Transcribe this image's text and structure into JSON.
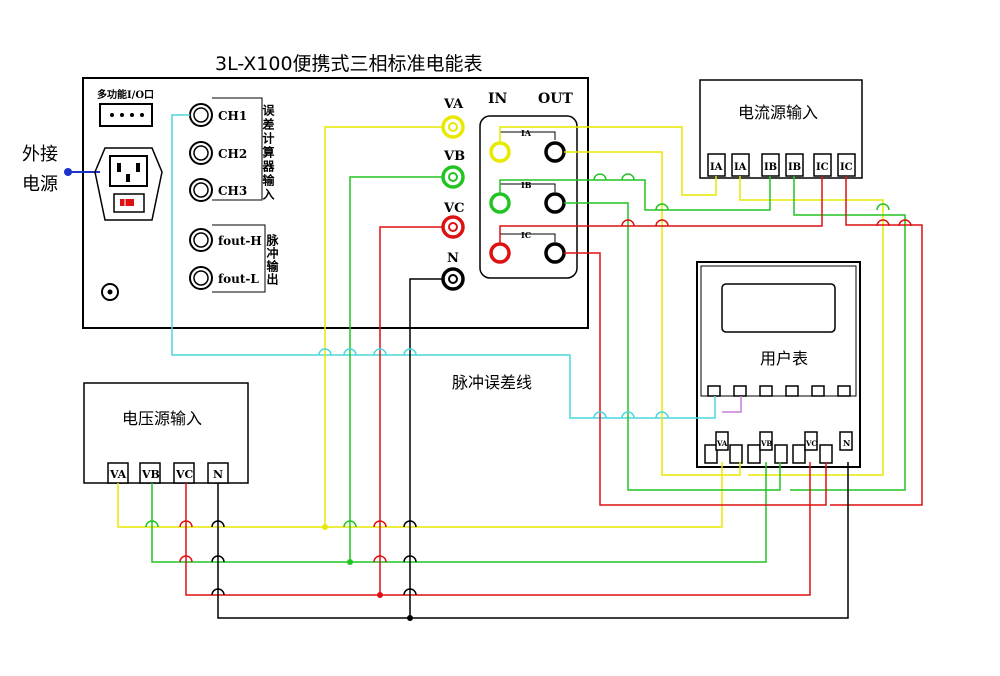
{
  "title": "3L-X100便携式三相标准电能表",
  "external_power": [
    "外接",
    "电源"
  ],
  "io_label": "多功能I/O口",
  "channels": [
    "CH1",
    "CH2",
    "CH3"
  ],
  "channel_group_label": "误差计算器输入",
  "fout": [
    "fout-H",
    "fout-L"
  ],
  "fout_group_label": "脉冲输出",
  "voltage_terminals": [
    "VA",
    "VB",
    "VC",
    "N"
  ],
  "in_label": "IN",
  "out_label": "OUT",
  "current_channels": [
    "IA",
    "IB",
    "IC"
  ],
  "current_source_label": "电流源输入",
  "current_source_terminals": [
    "IA",
    "IA",
    "IB",
    "IB",
    "IC",
    "IC"
  ],
  "user_meter_label": "用户表",
  "user_meter_voltage_labels": [
    "VA",
    "VB",
    "VC",
    "N"
  ],
  "pulse_error_line_label": "脉冲误差线",
  "voltage_source_label": "电压源输入",
  "voltage_source_terminals": [
    "VA",
    "VB",
    "VC",
    "N"
  ],
  "colors": {
    "phase_a": "#e8e800",
    "phase_b": "#22c422",
    "phase_c": "#dd1111",
    "neutral": "#000000",
    "pulse_cyan": "#4ad7dd",
    "pulse_violet": "#c87fd8",
    "external_power_blue": "#1a33cc"
  }
}
